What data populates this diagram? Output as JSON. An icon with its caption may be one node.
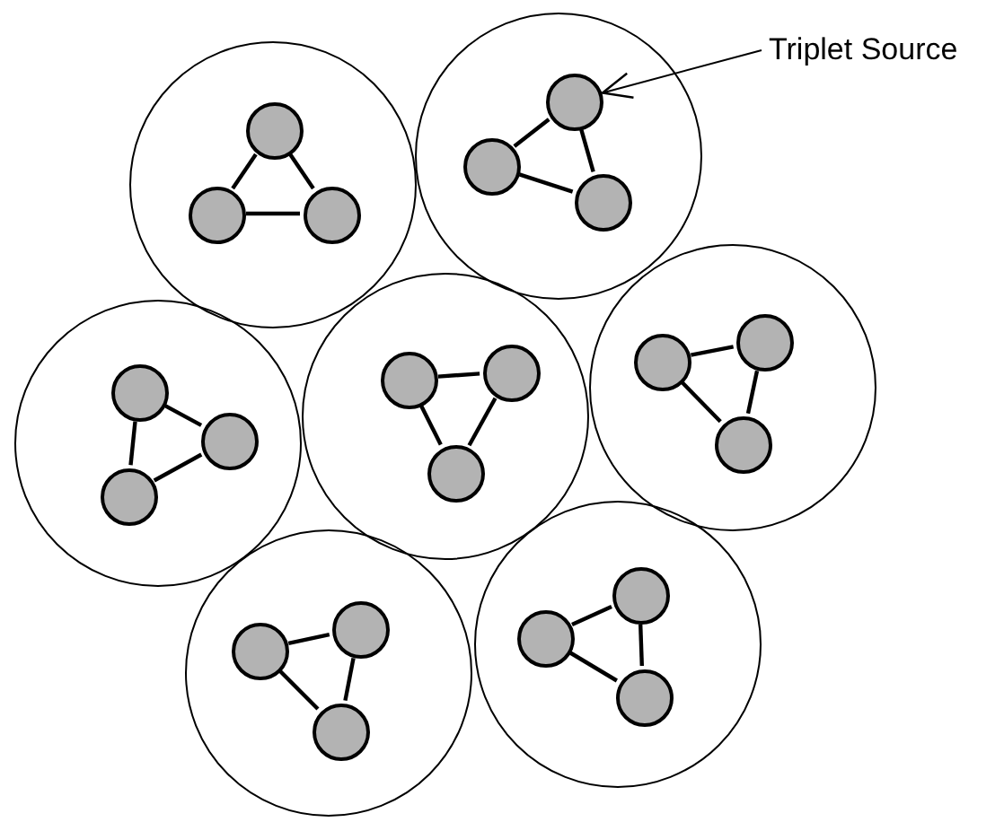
{
  "diagram": {
    "nodes": [
      {
        "text": [],
        "shape": "circle"
      },
      {
        "text": [],
        "shape": "circle",
        "in": 0
      },
      {
        "text": [],
        "shape": "circle",
        "in": 0
      },
      {
        "text": [],
        "shape": "circle",
        "in": 0
      },
      {
        "text": [],
        "shape": "circle"
      },
      {
        "text": [],
        "shape": "circle",
        "in": 4
      },
      {
        "text": [],
        "shape": "circle",
        "in": 4
      },
      {
        "text": [],
        "shape": "circle",
        "in": 4
      },
      {
        "text": [],
        "shape": "circle"
      },
      {
        "text": [],
        "shape": "circle",
        "in": 8
      },
      {
        "text": [],
        "shape": "circle",
        "in": 8
      },
      {
        "text": [],
        "shape": "circle",
        "in": 8
      },
      {
        "text": [],
        "shape": "circle"
      },
      {
        "text": [],
        "shape": "circle",
        "in": 12
      },
      {
        "text": [],
        "shape": "circle",
        "in": 12
      },
      {
        "text": [],
        "shape": "circle",
        "in": 12
      },
      {
        "text": [],
        "shape": "circle"
      },
      {
        "text": [],
        "shape": "circle",
        "in": 16
      },
      {
        "text": [],
        "shape": "circle",
        "in": 16
      },
      {
        "text": [],
        "shape": "circle",
        "in": 16
      },
      {
        "text": [],
        "shape": "circle"
      },
      {
        "text": [],
        "shape": "circle",
        "in": 20
      },
      {
        "text": [],
        "shape": "circle",
        "in": 20
      },
      {
        "text": [],
        "shape": "circle",
        "in": 20
      },
      {
        "text": [],
        "shape": "circle"
      },
      {
        "text": [],
        "shape": "circle",
        "in": 24
      },
      {
        "text": [],
        "shape": "circle",
        "in": 24
      },
      {
        "text": [],
        "shape": "circle",
        "in": 24
      },
      {
        "text": [
          "Triplet Source"
        ]
      }
    ],
    "edges": [
      {
        "from": 1,
        "to": 2,
        "arrow": "none"
      },
      {
        "from": 1,
        "to": 3,
        "arrow": "none"
      },
      {
        "from": 2,
        "to": 3,
        "arrow": "none"
      },
      {
        "from": 5,
        "to": 6,
        "arrow": "none"
      },
      {
        "from": 5,
        "to": 7,
        "arrow": "none"
      },
      {
        "from": 6,
        "to": 7,
        "arrow": "none"
      },
      {
        "from": 9,
        "to": 10,
        "arrow": "none"
      },
      {
        "from": 9,
        "to": 11,
        "arrow": "none"
      },
      {
        "from": 10,
        "to": 11,
        "arrow": "none"
      },
      {
        "from": 13,
        "to": 14,
        "arrow": "none"
      },
      {
        "from": 13,
        "to": 15,
        "arrow": "none"
      },
      {
        "from": 14,
        "to": 15,
        "arrow": "none"
      },
      {
        "from": 17,
        "to": 18,
        "arrow": "none"
      },
      {
        "from": 17,
        "to": 19,
        "arrow": "none"
      },
      {
        "from": 18,
        "to": 19,
        "arrow": "none"
      },
      {
        "from": 21,
        "to": 22,
        "arrow": "none"
      },
      {
        "from": 21,
        "to": 23,
        "arrow": "none"
      },
      {
        "from": 22,
        "to": 23,
        "arrow": "none"
      },
      {
        "from": 25,
        "to": 26,
        "arrow": "none"
      },
      {
        "from": 25,
        "to": 27,
        "arrow": "none"
      },
      {
        "from": 26,
        "to": 27,
        "arrow": "none"
      },
      {
        "from": 28,
        "to": 5,
        "arrow": "to"
      }
    ]
  }
}
